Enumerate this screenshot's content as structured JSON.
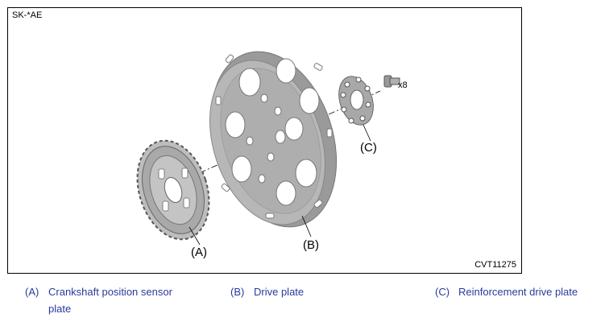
{
  "diagram": {
    "code_tag": "SK-*AE",
    "figure_id": "CVT11275",
    "labels": {
      "a": "(A)",
      "b": "(B)",
      "c": "(C)"
    },
    "bolt_quantity": "x8"
  },
  "legend": [
    {
      "key": "(A)",
      "text_line1": "Crankshaft position sensor",
      "text_line2": "plate"
    },
    {
      "key": "(B)",
      "text_line1": "Drive plate"
    },
    {
      "key": "(C)",
      "text_line1": "Reinforcement drive plate"
    }
  ]
}
